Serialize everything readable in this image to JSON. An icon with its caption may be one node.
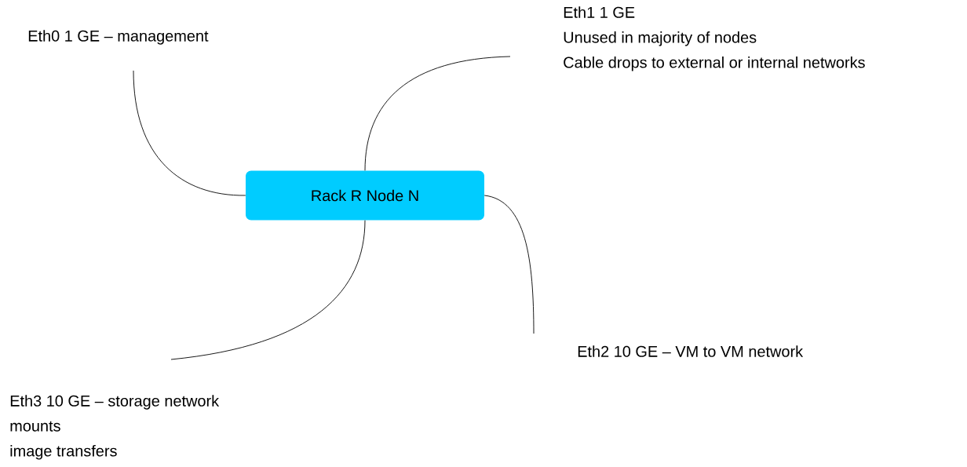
{
  "diagram": {
    "nodes": [
      {
        "text": [
          "Rack R Node N"
        ]
      },
      {
        "text": [
          "Eth0 1 GE – management"
        ]
      },
      {
        "text": [
          "Eth1 1 GE",
          "Unused in majority of nodes",
          "Cable drops to external or internal networks"
        ]
      },
      {
        "text": [
          "Eth2 10 GE – VM to VM network"
        ]
      },
      {
        "text": [
          "Eth3 10 GE – storage network",
          "mounts",
          "image transfers"
        ]
      }
    ],
    "edges": [
      {
        "from": 1,
        "to": 0,
        "arrow": "none"
      },
      {
        "from": 2,
        "to": 0,
        "arrow": "none"
      },
      {
        "from": 3,
        "to": 0,
        "arrow": "none"
      },
      {
        "from": 4,
        "to": 0,
        "arrow": "none"
      }
    ]
  }
}
